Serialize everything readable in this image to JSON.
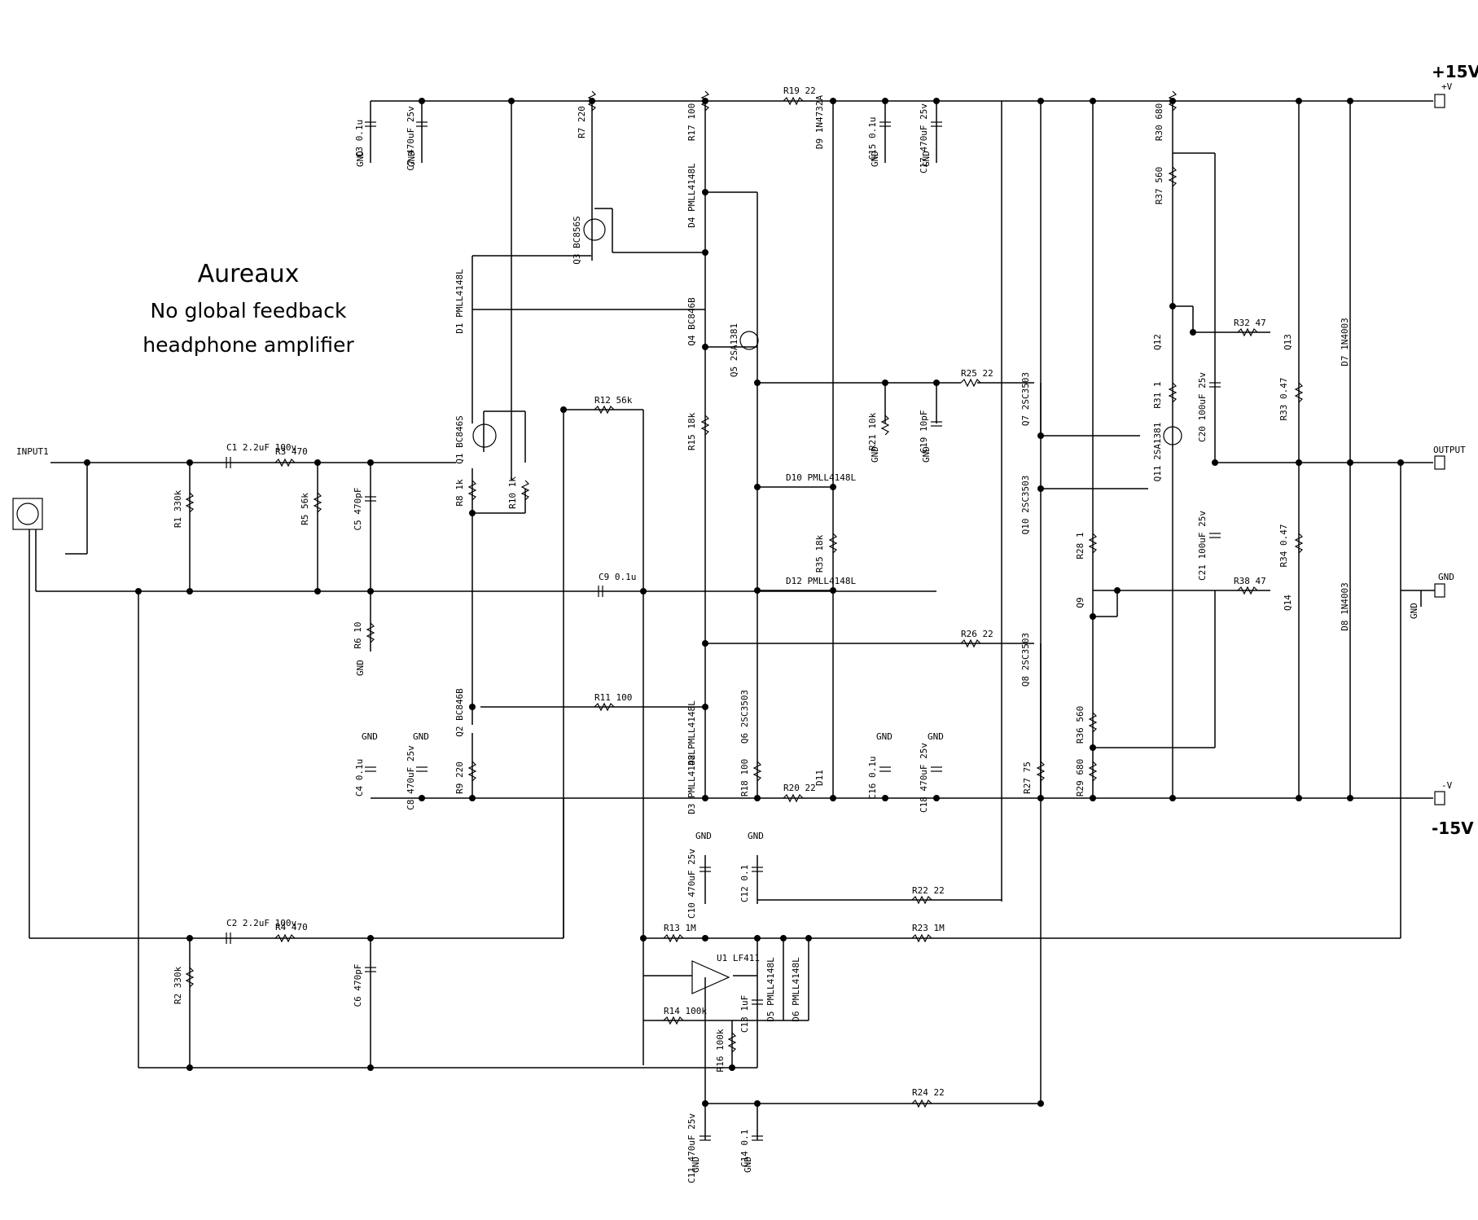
{
  "title": {
    "line1": "Aureaux",
    "line2": "No global feedback",
    "line3": "headphone amplifier"
  },
  "rails": {
    "positive": "+15V",
    "negative": "-15V"
  },
  "ports": {
    "input": "INPUT1",
    "output": "OUTPUT",
    "gnd": "GND",
    "plus_v": "+V",
    "minus_v": "-V"
  },
  "components": [
    {
      "ref": "C3",
      "value": "0.1u"
    },
    {
      "ref": "C7",
      "value": "470uF 25v"
    },
    {
      "ref": "R7",
      "value": "220"
    },
    {
      "ref": "R17",
      "value": "100"
    },
    {
      "ref": "R19",
      "value": "22"
    },
    {
      "ref": "D9",
      "value": "1N4732A"
    },
    {
      "ref": "C15",
      "value": "0.1u"
    },
    {
      "ref": "C17",
      "value": "470uF 25v"
    },
    {
      "ref": "R30",
      "value": "680"
    },
    {
      "ref": "R37",
      "value": "560"
    },
    {
      "ref": "D4",
      "value": "PMLL4148L"
    },
    {
      "ref": "Q3",
      "value": "BC856S"
    },
    {
      "ref": "D1",
      "value": "PMLL4148L"
    },
    {
      "ref": "Q4",
      "value": "BC846B"
    },
    {
      "ref": "Q5",
      "value": "2SA1381"
    },
    {
      "ref": "Q12",
      "value": ""
    },
    {
      "ref": "R32",
      "value": "47"
    },
    {
      "ref": "Q13",
      "value": ""
    },
    {
      "ref": "D7",
      "value": "1N4003"
    },
    {
      "ref": "R25",
      "value": "22"
    },
    {
      "ref": "Q7",
      "value": "2SC3503"
    },
    {
      "ref": "R31",
      "value": "1"
    },
    {
      "ref": "C20",
      "value": "100uF 25v"
    },
    {
      "ref": "R33",
      "value": "0.47"
    },
    {
      "ref": "R12",
      "value": "56k"
    },
    {
      "ref": "R15",
      "value": "18k"
    },
    {
      "ref": "R21",
      "value": "10k"
    },
    {
      "ref": "C19",
      "value": "10pF"
    },
    {
      "ref": "Q11",
      "value": "2SA1381"
    },
    {
      "ref": "Q1",
      "value": "BC846S"
    },
    {
      "ref": "C1",
      "value": "2.2uF 100v"
    },
    {
      "ref": "R3",
      "value": "470"
    },
    {
      "ref": "D10",
      "value": "PMLL4148L"
    },
    {
      "ref": "Q10",
      "value": "2SC3503"
    },
    {
      "ref": "R8",
      "value": "1k"
    },
    {
      "ref": "R10",
      "value": "1k"
    },
    {
      "ref": "R1",
      "value": "330k"
    },
    {
      "ref": "R5",
      "value": "56k"
    },
    {
      "ref": "C5",
      "value": "470pF"
    },
    {
      "ref": "R35",
      "value": "18k"
    },
    {
      "ref": "R28",
      "value": "1"
    },
    {
      "ref": "C21",
      "value": "100uF 25v"
    },
    {
      "ref": "R34",
      "value": "0.47"
    },
    {
      "ref": "C9",
      "value": "0.1u"
    },
    {
      "ref": "D12",
      "value": "PMLL4148L"
    },
    {
      "ref": "Q9",
      "value": ""
    },
    {
      "ref": "R38",
      "value": "47"
    },
    {
      "ref": "Q14",
      "value": ""
    },
    {
      "ref": "D8",
      "value": "1N4003"
    },
    {
      "ref": "R6",
      "value": "10"
    },
    {
      "ref": "R26",
      "value": "22"
    },
    {
      "ref": "Q8",
      "value": "2SC3503"
    },
    {
      "ref": "Q2",
      "value": "BC846B"
    },
    {
      "ref": "R11",
      "value": "100"
    },
    {
      "ref": "D2",
      "value": "PMLL4148L"
    },
    {
      "ref": "Q6",
      "value": "2SC3503"
    },
    {
      "ref": "R36",
      "value": "560"
    },
    {
      "ref": "C4",
      "value": "0.1u"
    },
    {
      "ref": "C8",
      "value": "470uF 25v"
    },
    {
      "ref": "R9",
      "value": "220"
    },
    {
      "ref": "D3",
      "value": "PMLL4148L"
    },
    {
      "ref": "R18",
      "value": "100"
    },
    {
      "ref": "R20",
      "value": "22"
    },
    {
      "ref": "D11",
      "value": ""
    },
    {
      "ref": "C16",
      "value": "0.1u"
    },
    {
      "ref": "C18",
      "value": "470uF 25v"
    },
    {
      "ref": "R27",
      "value": "75"
    },
    {
      "ref": "R29",
      "value": "680"
    },
    {
      "ref": "C10",
      "value": "470uF 25v"
    },
    {
      "ref": "C12",
      "value": "0.1"
    },
    {
      "ref": "R22",
      "value": "22"
    },
    {
      "ref": "C2",
      "value": "2.2uF 100v"
    },
    {
      "ref": "R4",
      "value": "470"
    },
    {
      "ref": "R13",
      "value": "1M"
    },
    {
      "ref": "R23",
      "value": "1M"
    },
    {
      "ref": "R2",
      "value": "330k"
    },
    {
      "ref": "C6",
      "value": "470pF"
    },
    {
      "ref": "U1",
      "value": "LF411"
    },
    {
      "ref": "D5",
      "value": "PMLL4148L"
    },
    {
      "ref": "D6",
      "value": "PMLL4148L"
    },
    {
      "ref": "C13",
      "value": "1uF"
    },
    {
      "ref": "R14",
      "value": "100k"
    },
    {
      "ref": "R16",
      "value": "100k"
    },
    {
      "ref": "R24",
      "value": "22"
    },
    {
      "ref": "C11",
      "value": "470uF 25v"
    },
    {
      "ref": "C14",
      "value": "0.1"
    }
  ],
  "gnd_label": "GND"
}
